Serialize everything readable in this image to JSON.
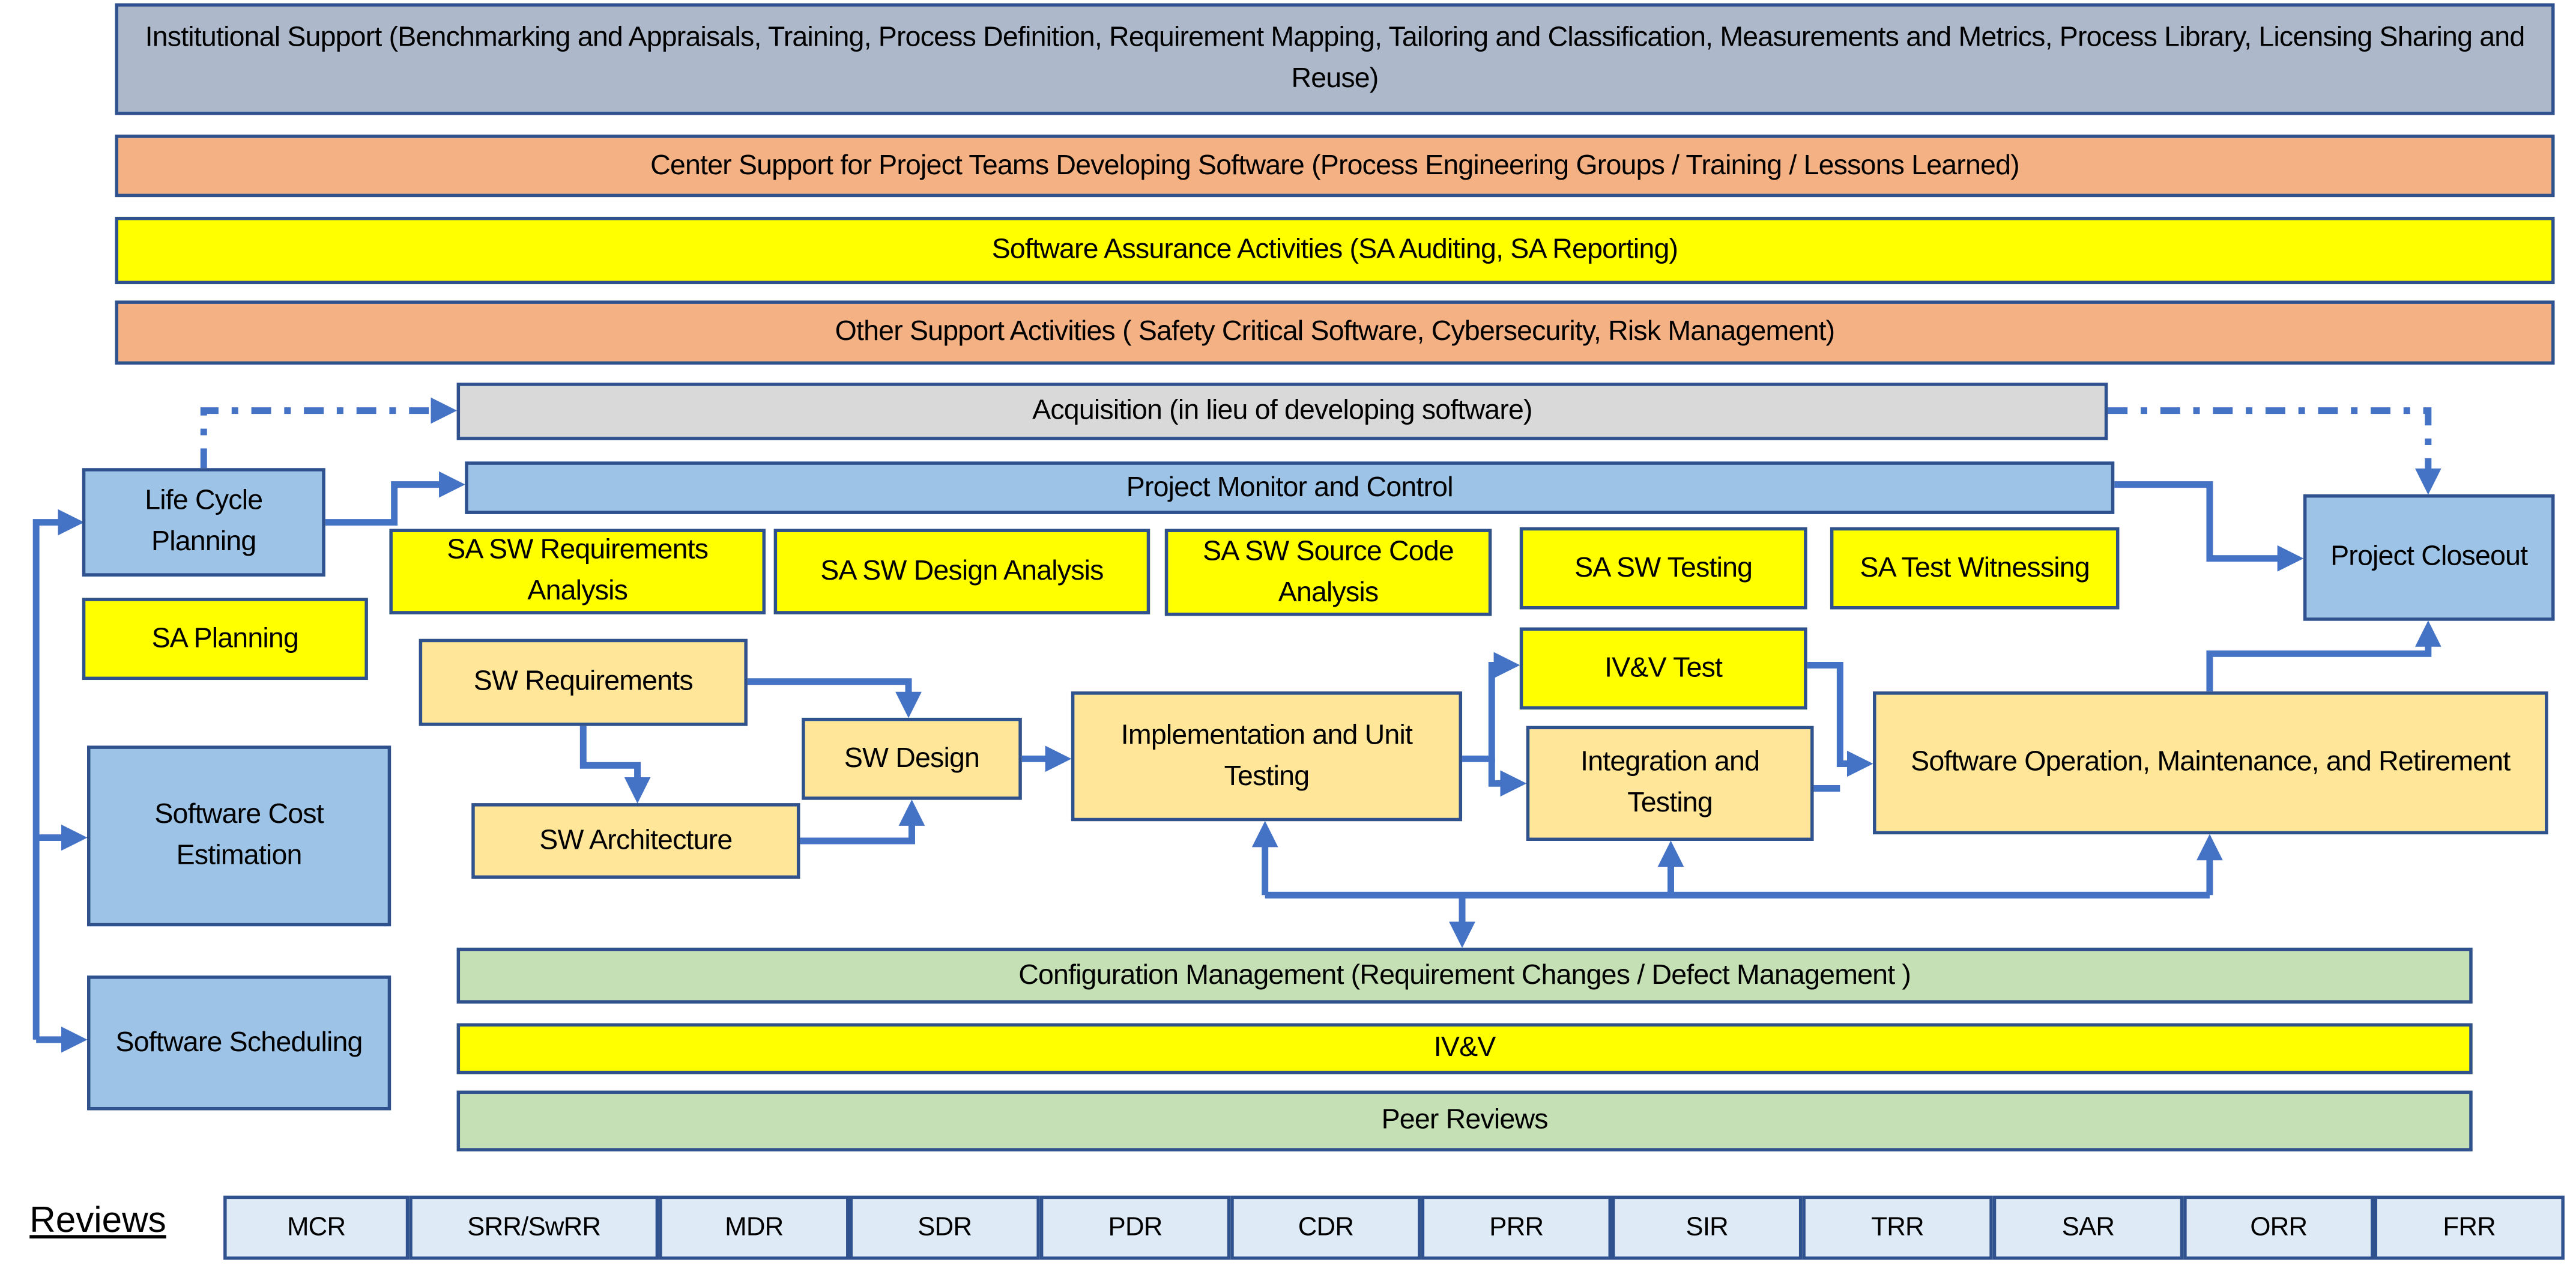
{
  "bands": {
    "institutional": "Institutional Support (Benchmarking and Appraisals, Training, Process Definition, Requirement Mapping, Tailoring and Classification, Measurements and Metrics, Process Library, Licensing Sharing and Reuse)",
    "center": "Center Support for Project Teams Developing Software (Process Engineering Groups / Training / Lessons Learned)",
    "sa_activities": "Software Assurance Activities (SA Auditing, SA Reporting)",
    "other": "Other Support Activities ( Safety Critical Software, Cybersecurity, Risk Management)"
  },
  "boxes": {
    "acquisition": "Acquisition (in lieu of developing software)",
    "pmc": "Project Monitor and Control",
    "lcp": "Life Cycle Planning",
    "sa_planning": "SA Planning",
    "sa_req": "SA SW Requirements Analysis",
    "sa_design": "SA SW Design Analysis",
    "sa_code": "SA SW Source Code Analysis",
    "sa_testing": "SA SW Testing",
    "sa_witness": "SA Test Witnessing",
    "closeout": "Project Closeout",
    "sw_req": "SW Requirements",
    "sw_arch": "SW Architecture",
    "sw_design": "SW Design",
    "impl": "Implementation and Unit Testing",
    "ivv_test": "IV&V Test",
    "integration": "Integration and Testing",
    "operation": "Software Operation, Maintenance, and Retirement",
    "cost": "Software Cost Estimation",
    "schedule": "Software Scheduling",
    "cm": "Configuration Management (Requirement Changes / Defect Management )",
    "ivv": "IV&V",
    "peer": "Peer Reviews"
  },
  "reviews": {
    "label": "Reviews",
    "items": [
      "MCR",
      "SRR/SwRR",
      "MDR",
      "SDR",
      "PDR",
      "CDR",
      "PRR",
      "SIR",
      "TRR",
      "SAR",
      "ORR",
      "FRR"
    ]
  },
  "colors": {
    "border": "#2F528F",
    "arrow": "#4472C4"
  }
}
